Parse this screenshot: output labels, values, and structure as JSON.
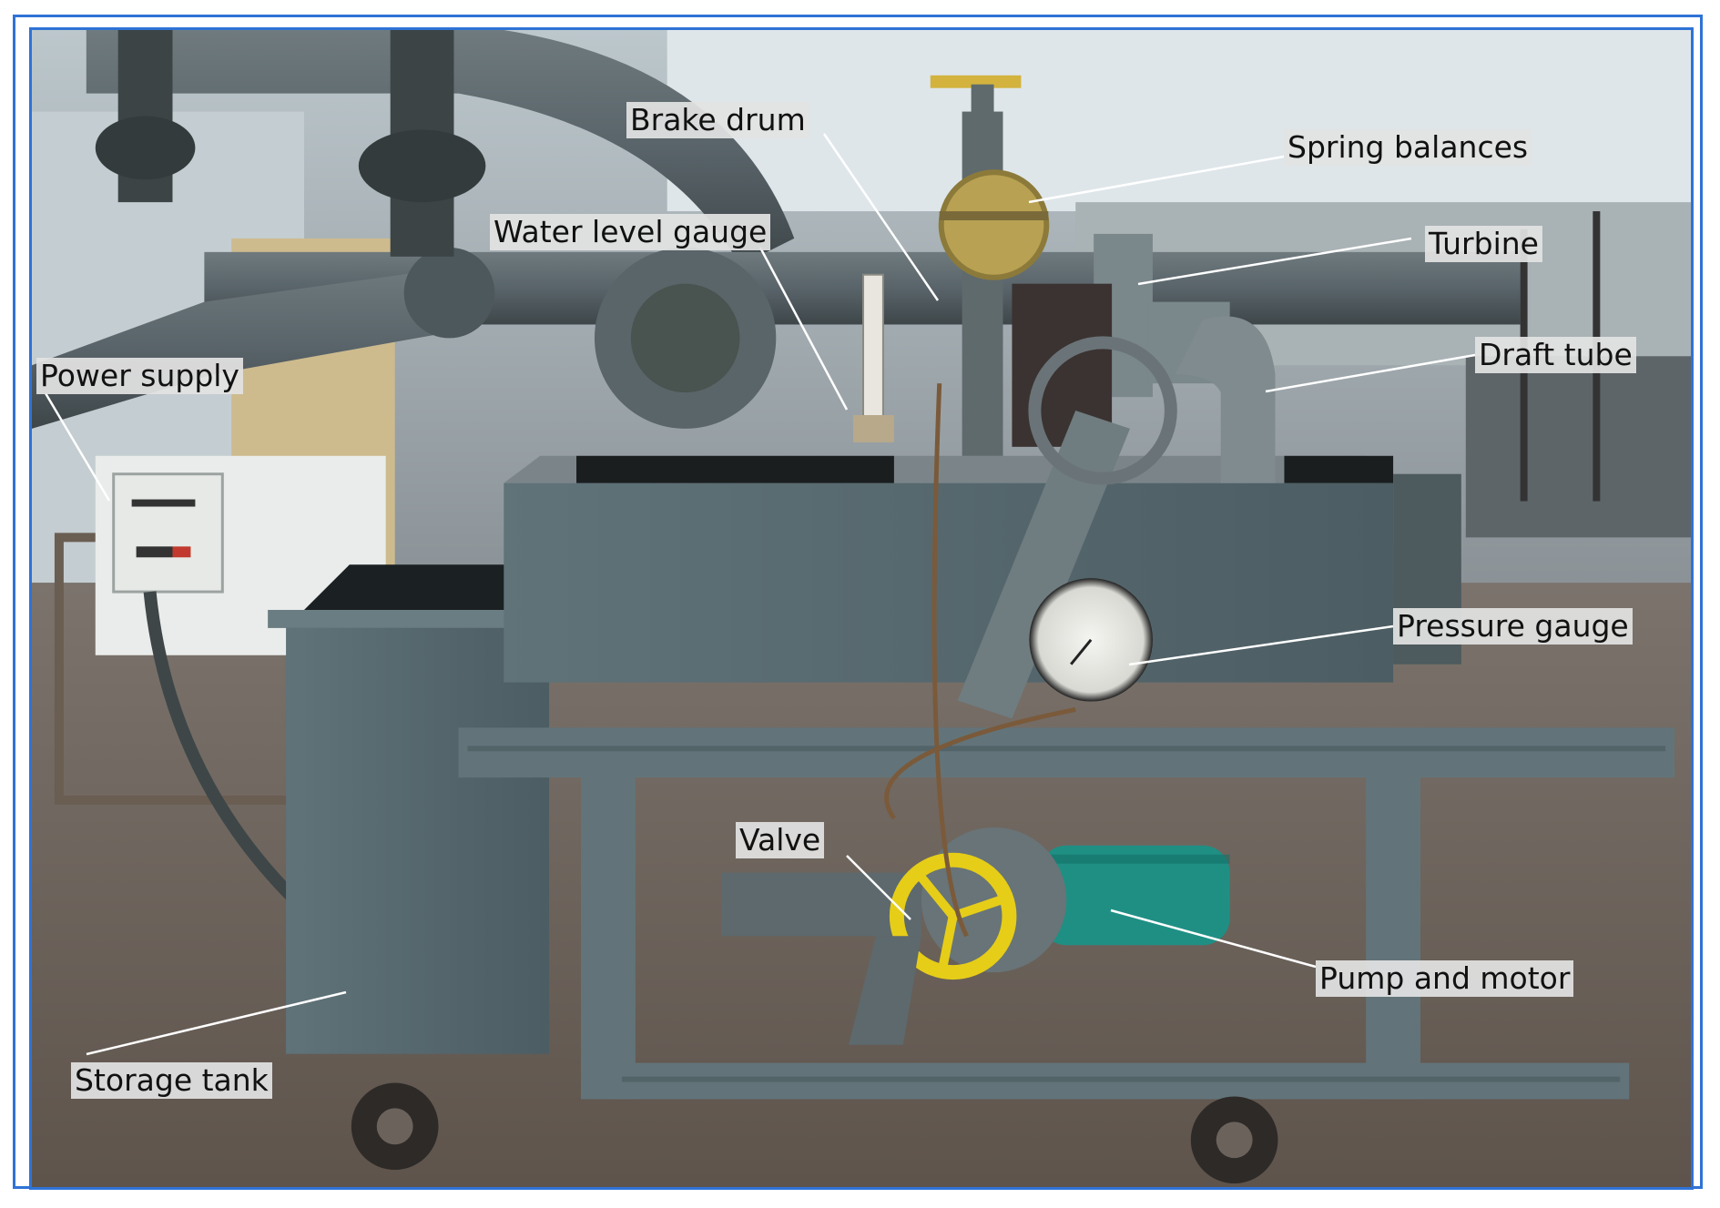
{
  "labels": {
    "brake_drum": "Brake drum",
    "spring_balances": "Spring balances",
    "water_level_gauge": "Water level gauge",
    "turbine": "Turbine",
    "power_supply": "Power supply",
    "draft_tube": "Draft tube",
    "pressure_gauge": "Pressure gauge",
    "valve": "Valve",
    "pump_and_motor": "Pump and motor",
    "storage_tank": "Storage tank"
  },
  "colors": {
    "frame_border": "#2f73d6",
    "label_background": "#e2e2e2",
    "leader_line": "#ffffff"
  }
}
